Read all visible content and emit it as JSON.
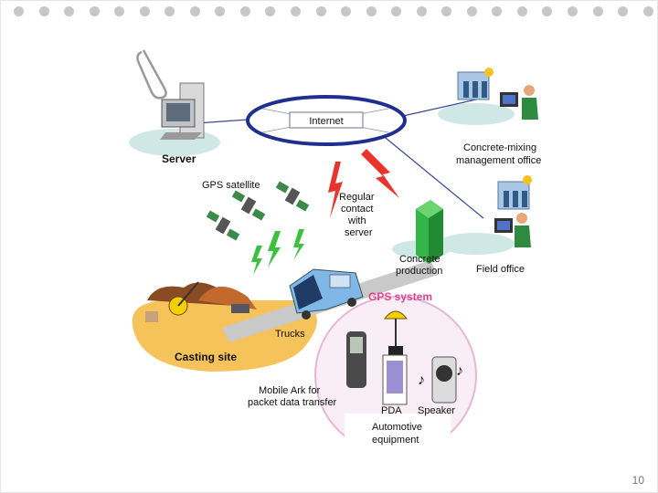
{
  "slide": {
    "page_number": "10"
  },
  "diagram": {
    "labels": {
      "server": "Server",
      "internet": "Internet",
      "gps_satellite": "GPS satellite",
      "regular_contact": [
        "Regular",
        "contact",
        "with",
        "server"
      ],
      "concrete_production": [
        "Concrete",
        "production"
      ],
      "mixing_office": [
        "Concrete-mixing",
        "management office"
      ],
      "field_office": "Field office",
      "trucks": "Trucks",
      "casting_site": "Casting site",
      "gps_system": "GPS system",
      "mobile_ark": [
        "Mobile Ark for",
        "packet data transfer"
      ],
      "pda": "PDA",
      "speaker": "Speaker",
      "automotive": [
        "Automotive",
        "equipment"
      ]
    },
    "colors": {
      "internet_ring": "#1f2f8f",
      "link_line": "#3a4a9a",
      "platform": "#cfe8e6",
      "casting": "#f6c25a",
      "gps_circle": "#e7b6d4",
      "lightning_red": "#e8342b",
      "lightning_green": "#3fbf3f",
      "road": "#c9c9c9",
      "block": "#35b449"
    }
  }
}
